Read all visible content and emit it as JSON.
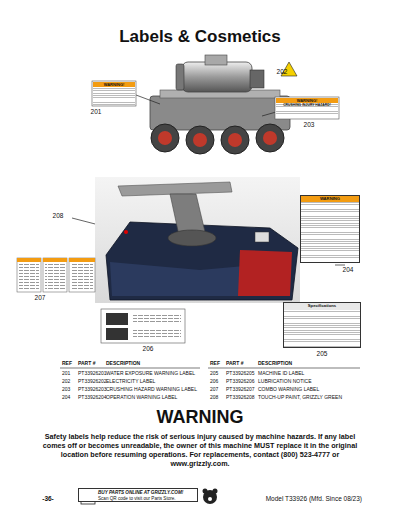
{
  "diagram": {
    "title": "Labels & Cosmetics",
    "nodes": [
      {
        "text": [
          "WARNING!"
        ]
      },
      {
        "text": [
          "WARNING!",
          "CRUSHING INJURY HAZARD!"
        ]
      },
      {
        "text": [
          "WARNING"
        ]
      },
      {
        "text": [
          "Specifications"
        ]
      },
      {
        "text": [
          "WARNING",
          "Safety labels help reduce the risk of serious injury caused by machine hazards. If any label comes off or becomes unreadable, the owner of this machine MUST replace it in the original location before resuming operations. For replacements, contact (800) 523-4777 or www.grizzly.com."
        ]
      },
      {
        "text": [
          "BUY PARTS ONLINE AT GRIZZLY.COM!",
          "Scan QR code to visit our Parts Store."
        ]
      }
    ],
    "labels": [
      "201",
      "202",
      "203",
      "208",
      "204",
      "207",
      "205",
      "206",
      "REF",
      "PART #",
      "DESCRIPTION",
      "REF",
      "PART #",
      "DESCRIPTION",
      "201",
      "PT33926201",
      "WATER EXPOSURE WARNING LABEL",
      "205",
      "PT33926205",
      "MACHINE ID LABEL",
      "202",
      "PT33926202",
      "ELECTRICITY LABEL",
      "206",
      "PT33926206",
      "LUBRICATION NOTICE",
      "203",
      "PT33926203",
      "CRUSHING HAZARD WARNING LABEL",
      "207",
      "PT33926207",
      "COMBO WARNING LABEL",
      "204",
      "PT33926204",
      "OPERATION WARNING LABEL",
      "208",
      "PT33926208",
      "TOUCH-UP PAINT, GRIZZLY GREEN",
      "-36-",
      "Model T33926 (Mfd. Since 08/23)"
    ]
  }
}
